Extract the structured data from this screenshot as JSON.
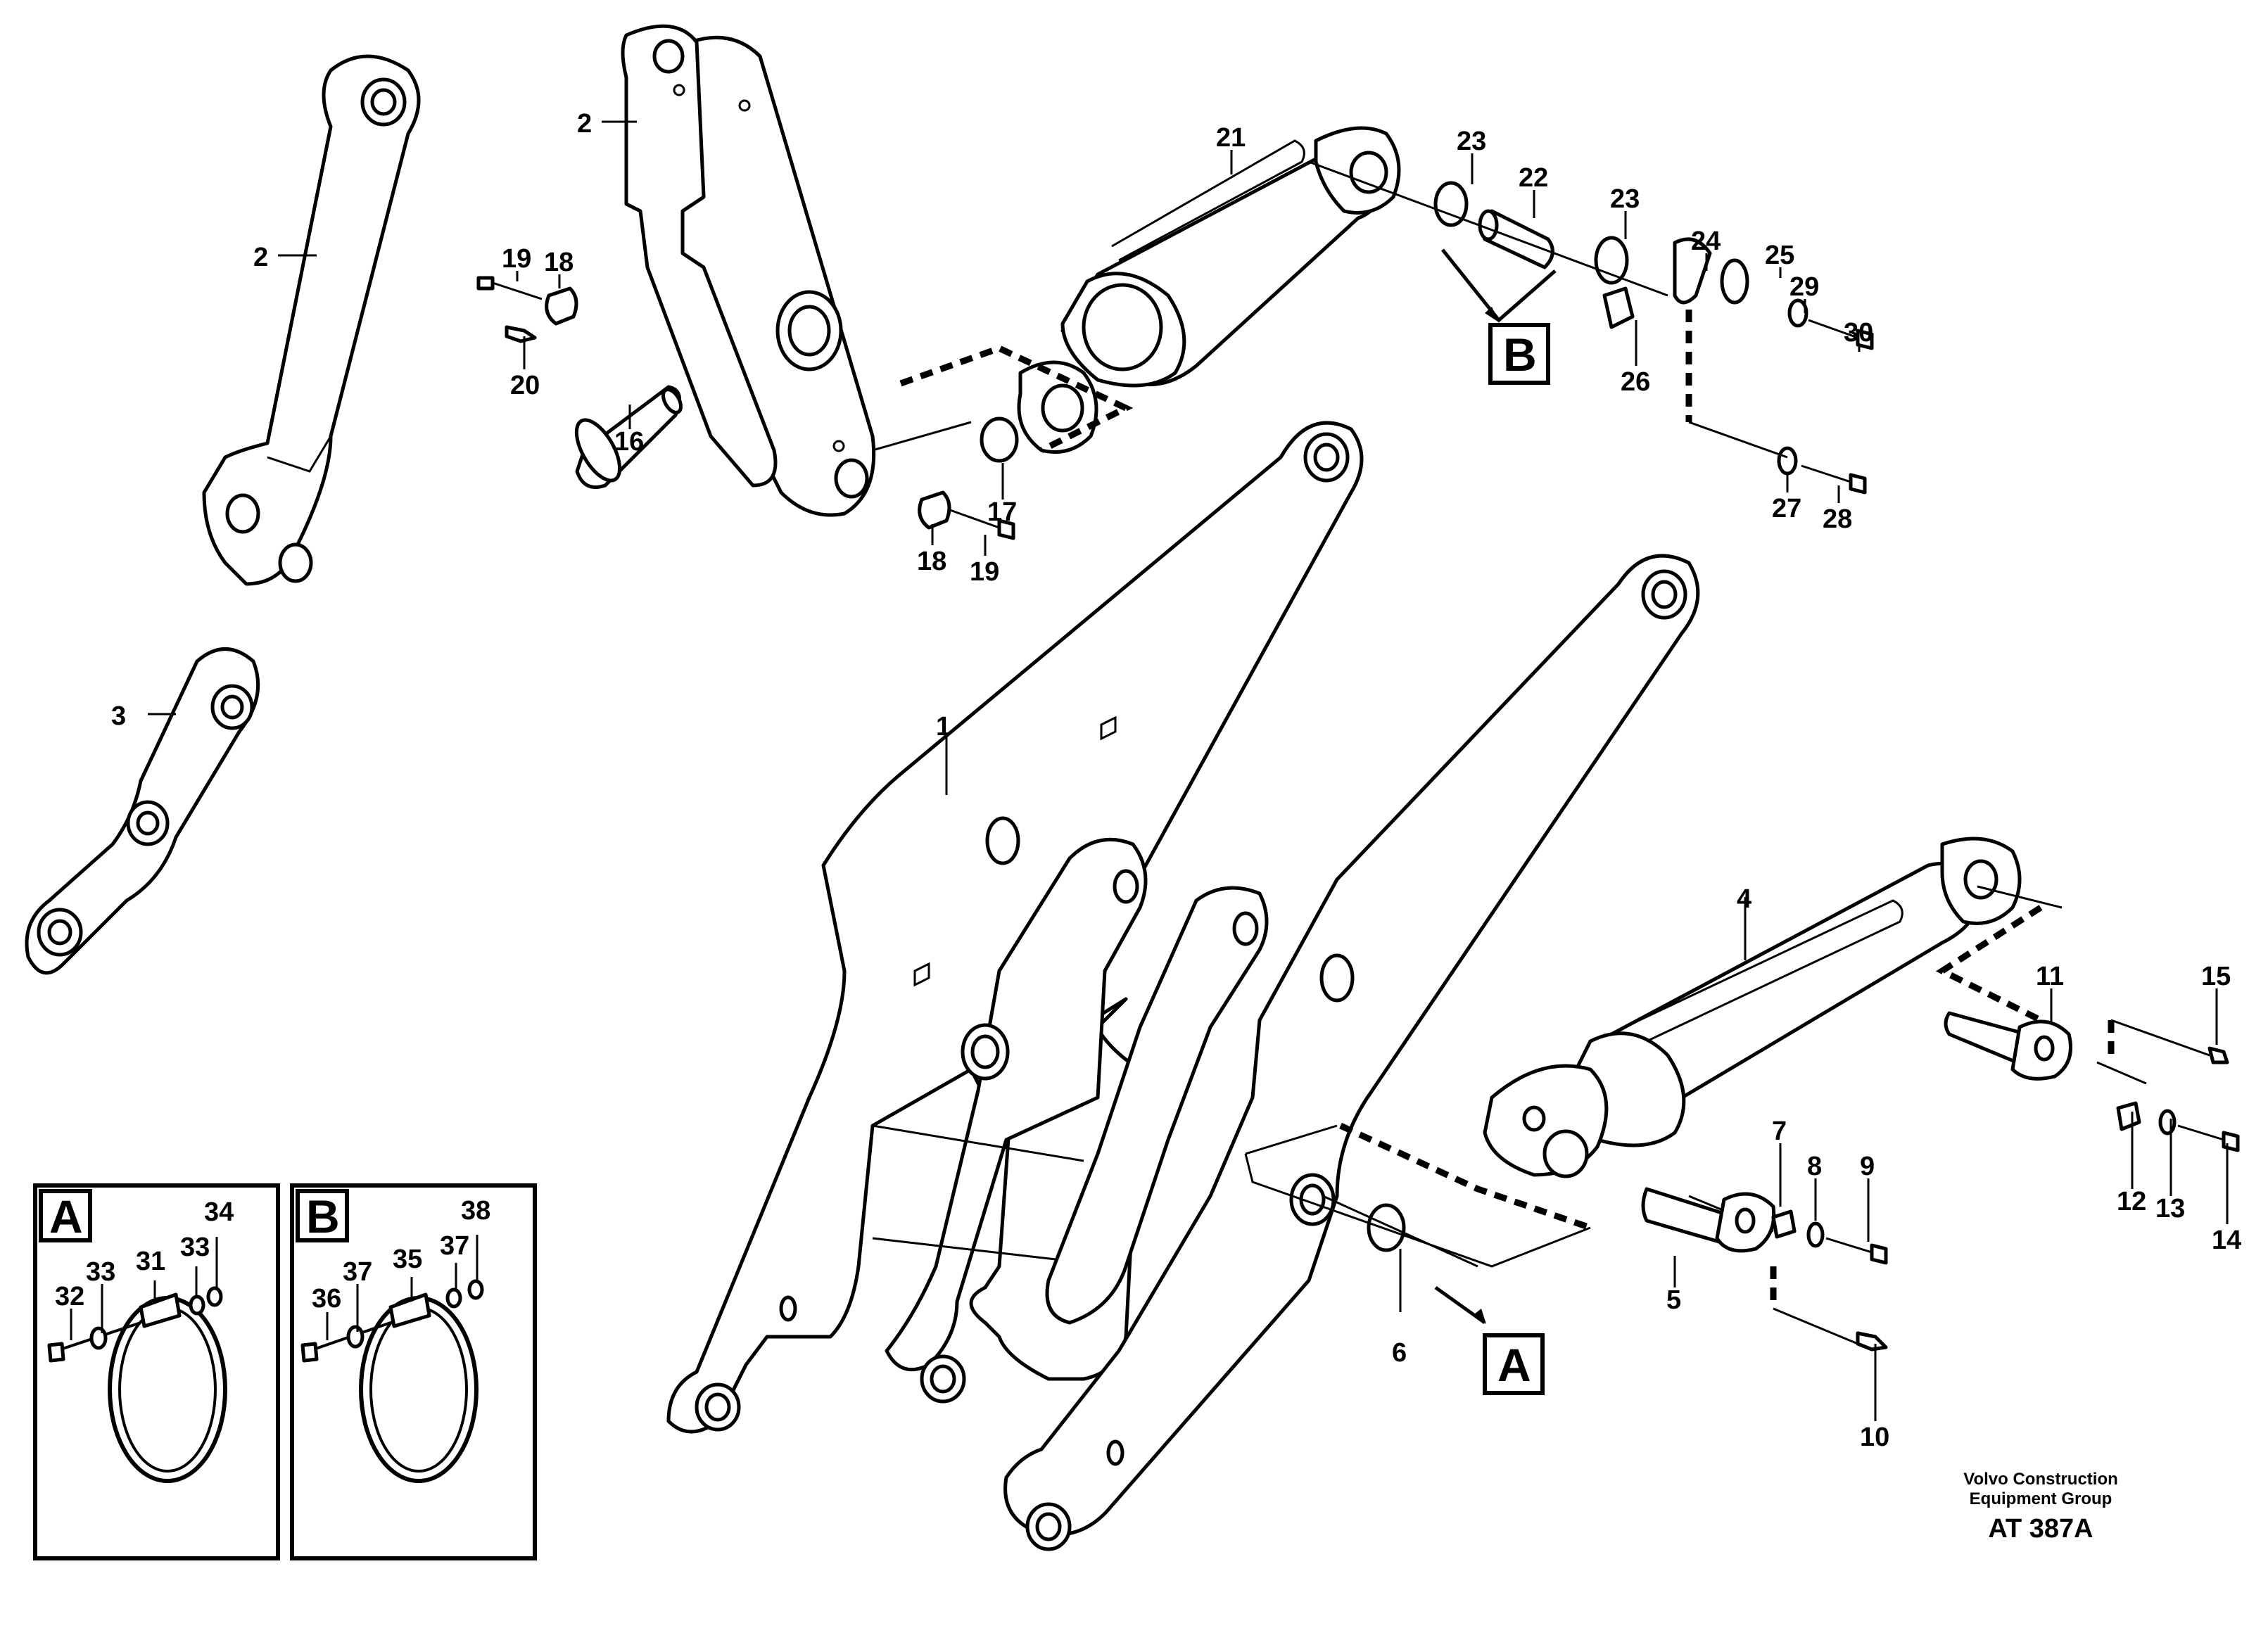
{
  "callouts": {
    "n1": "1",
    "n2a": "2",
    "n2b": "2",
    "n3": "3",
    "n4": "4",
    "n5": "5",
    "n6": "6",
    "n7": "7",
    "n8": "8",
    "n9": "9",
    "n10": "10",
    "n11": "11",
    "n12": "12",
    "n13": "13",
    "n14": "14",
    "n15": "15",
    "n16": "16",
    "n17": "17",
    "n18a": "18",
    "n18b": "18",
    "n19a": "19",
    "n19b": "19",
    "n20": "20",
    "n21": "21",
    "n22": "22",
    "n23a": "23",
    "n23b": "23",
    "n24": "24",
    "n25": "25",
    "n26": "26",
    "n27": "27",
    "n28": "28",
    "n29": "29",
    "n30": "30"
  },
  "detail_refs": {
    "a": "A",
    "b": "B"
  },
  "inset_a": {
    "letter": "A",
    "c31": "31",
    "c32": "32",
    "c33a": "33",
    "c33b": "33",
    "c34": "34"
  },
  "inset_b": {
    "letter": "B",
    "c35": "35",
    "c36": "36",
    "c37a": "37",
    "c37b": "37",
    "c38": "38"
  },
  "credit": {
    "line1": "Volvo Construction",
    "line2": "Equipment Group"
  },
  "figure_id": "AT 387A"
}
